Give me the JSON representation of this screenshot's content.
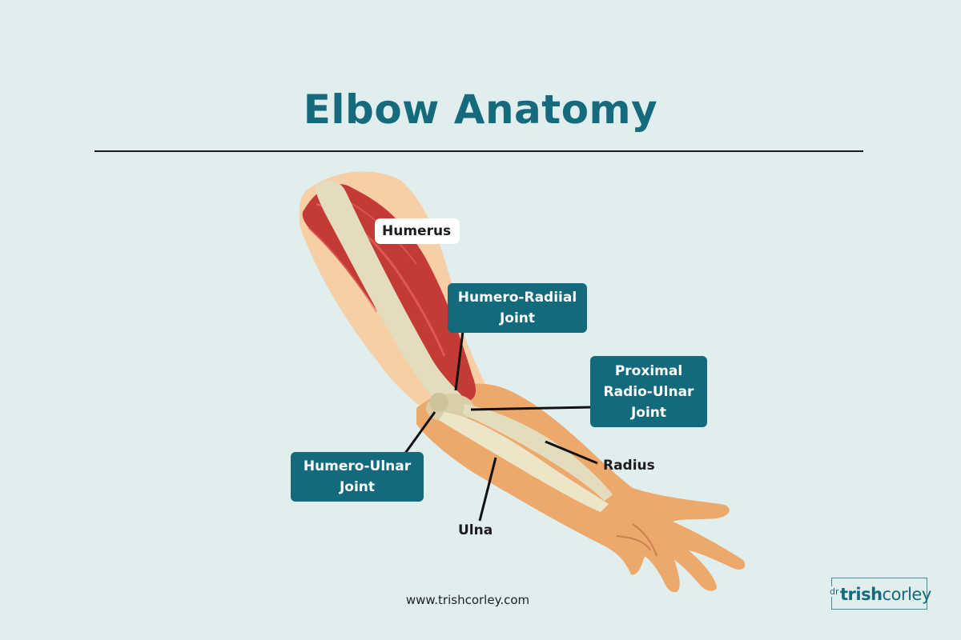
{
  "title": "Elbow Anatomy",
  "labels": {
    "humerus": "Humerus",
    "humero_radial": "Humero-Radiial\nJoint",
    "proximal_radio_ulnar": "Proximal\nRadio-Ulnar\nJoint",
    "humero_ulnar": "Humero-Ulnar\nJoint",
    "radius": "Radius",
    "ulna": "Ulna"
  },
  "footer": {
    "url": "www.trishcorley.com"
  },
  "logo": {
    "prefix": "dr",
    "first": "trish",
    "last": "corley"
  },
  "colors": {
    "background": "#e1eeee",
    "title": "#156a7e",
    "label_box": "#126a7c",
    "skin": "#eda86b",
    "skin_light": "#f6cfa6",
    "muscle": "#c43a35",
    "bone": "#e3dcbd"
  }
}
